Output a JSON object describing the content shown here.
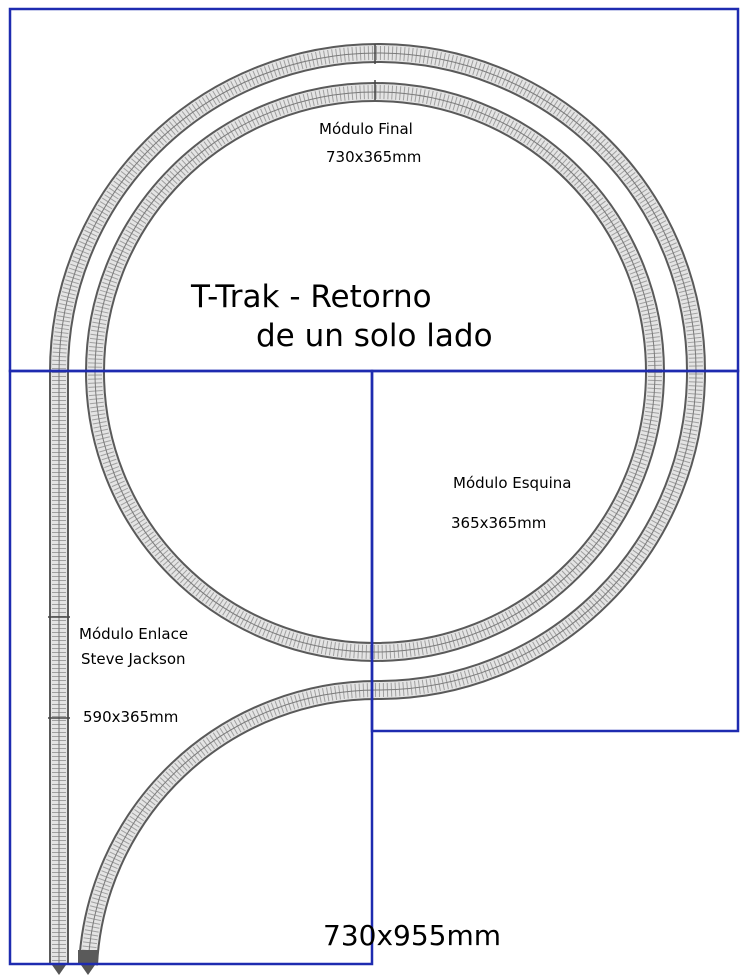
{
  "title": {
    "line1": "T-Trak - Retorno",
    "line2": "de un solo lado"
  },
  "modules": [
    {
      "id": "final",
      "name": "Módulo Final",
      "size": "730x365mm"
    },
    {
      "id": "esquina",
      "name": "Módulo Esquina",
      "size": "365x365mm"
    },
    {
      "id": "enlace",
      "name": "Módulo Enlace",
      "name2": "Steve Jackson",
      "size": "590x365mm"
    }
  ],
  "overall_size": "730x955mm",
  "colors": {
    "module_border": "#1e2bb0",
    "track_rail": "#6a6a6a",
    "track_bed": "#e6e6e6",
    "tie": "#9a9a9a"
  }
}
